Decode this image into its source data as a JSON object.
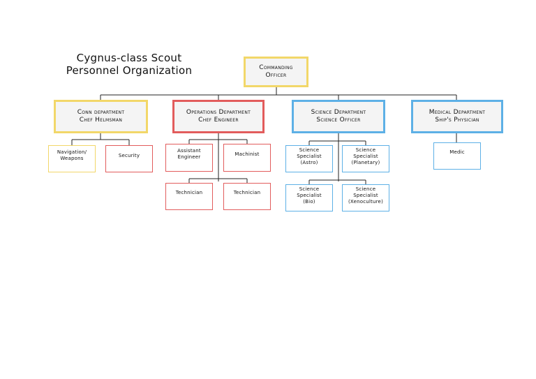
{
  "title": [
    "Cygnus-class Scout",
    "Personnel Organization"
  ],
  "colors": {
    "conn": "#f2d769",
    "ops": "#e25c5c",
    "sci": "#5db0e6",
    "med": "#5db0e6"
  },
  "nodes": {
    "co": [
      "Commanding",
      "Officer"
    ],
    "conn": [
      "Conn department",
      "Chef Helmsman"
    ],
    "ops": [
      "Operations Department",
      "Chef Engineer"
    ],
    "sci": [
      "Science Department",
      "Science Officer"
    ],
    "med": [
      "Medical Department",
      "Ship's Physician"
    ],
    "nav": [
      "Navigation/",
      "Weapons"
    ],
    "security": [
      "Security"
    ],
    "asst_eng": [
      "Assistant",
      "Engineer"
    ],
    "machinist": [
      "Machinist"
    ],
    "tech1": [
      "Technician"
    ],
    "tech2": [
      "Technician"
    ],
    "sci_astro": [
      "Science",
      "Specialist",
      "(Astro)"
    ],
    "sci_planetary": [
      "Science",
      "Specialist",
      "(Planetary)"
    ],
    "sci_bio": [
      "Science",
      "Specialist",
      "(Bio)"
    ],
    "sci_xeno": [
      "Science",
      "Specialist",
      "(Xenoculture)"
    ],
    "medic": [
      "Medic"
    ]
  }
}
